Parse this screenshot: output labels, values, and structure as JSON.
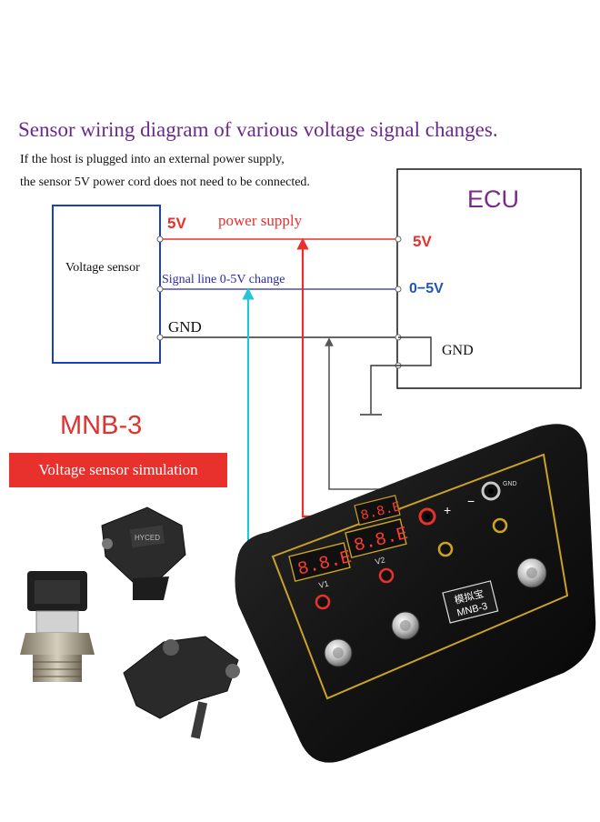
{
  "header": {
    "title": "Sensor wiring diagram of various voltage signal changes.",
    "note_line1": "If the host is plugged into an external power supply,",
    "note_line2": "the sensor 5V power cord does not need to be connected."
  },
  "sensor": {
    "label": "Voltage sensor"
  },
  "ecu": {
    "label": "ECU",
    "pin_5v": "5V",
    "pin_signal": "0−5V",
    "pin_gnd": "GND"
  },
  "wires": {
    "power_pin": "5V",
    "power_label": "power supply",
    "signal_label": "Signal line 0-5V change",
    "gnd_label": "GND"
  },
  "product": {
    "model": "MNB-3",
    "banner": "Voltage sensor simulation",
    "display_1": "8.8.E",
    "display_2": "8.8.E",
    "display_3": "8.8.E",
    "display_1_label": "V1",
    "display_2_label": "V2",
    "plus": "+",
    "minus": "−",
    "gnd_port": "GND",
    "panel_cn": "模拟宝",
    "panel_model": "MNB-3",
    "sensor_part_text": "HYCED"
  },
  "colors": {
    "power_wire": "#e8302c",
    "signal_wire": "#2a2aa0",
    "gnd_wire": "#333333",
    "cyan_arrow": "#22c6d8",
    "title": "#6a2a8c",
    "ecu_label": "#7a2a8a",
    "pin_blue": "#1e56b3",
    "box_blue": "#1a3fc2",
    "device_body": "#141414",
    "device_trim": "#c9a227",
    "display_red": "#ff3b30"
  }
}
